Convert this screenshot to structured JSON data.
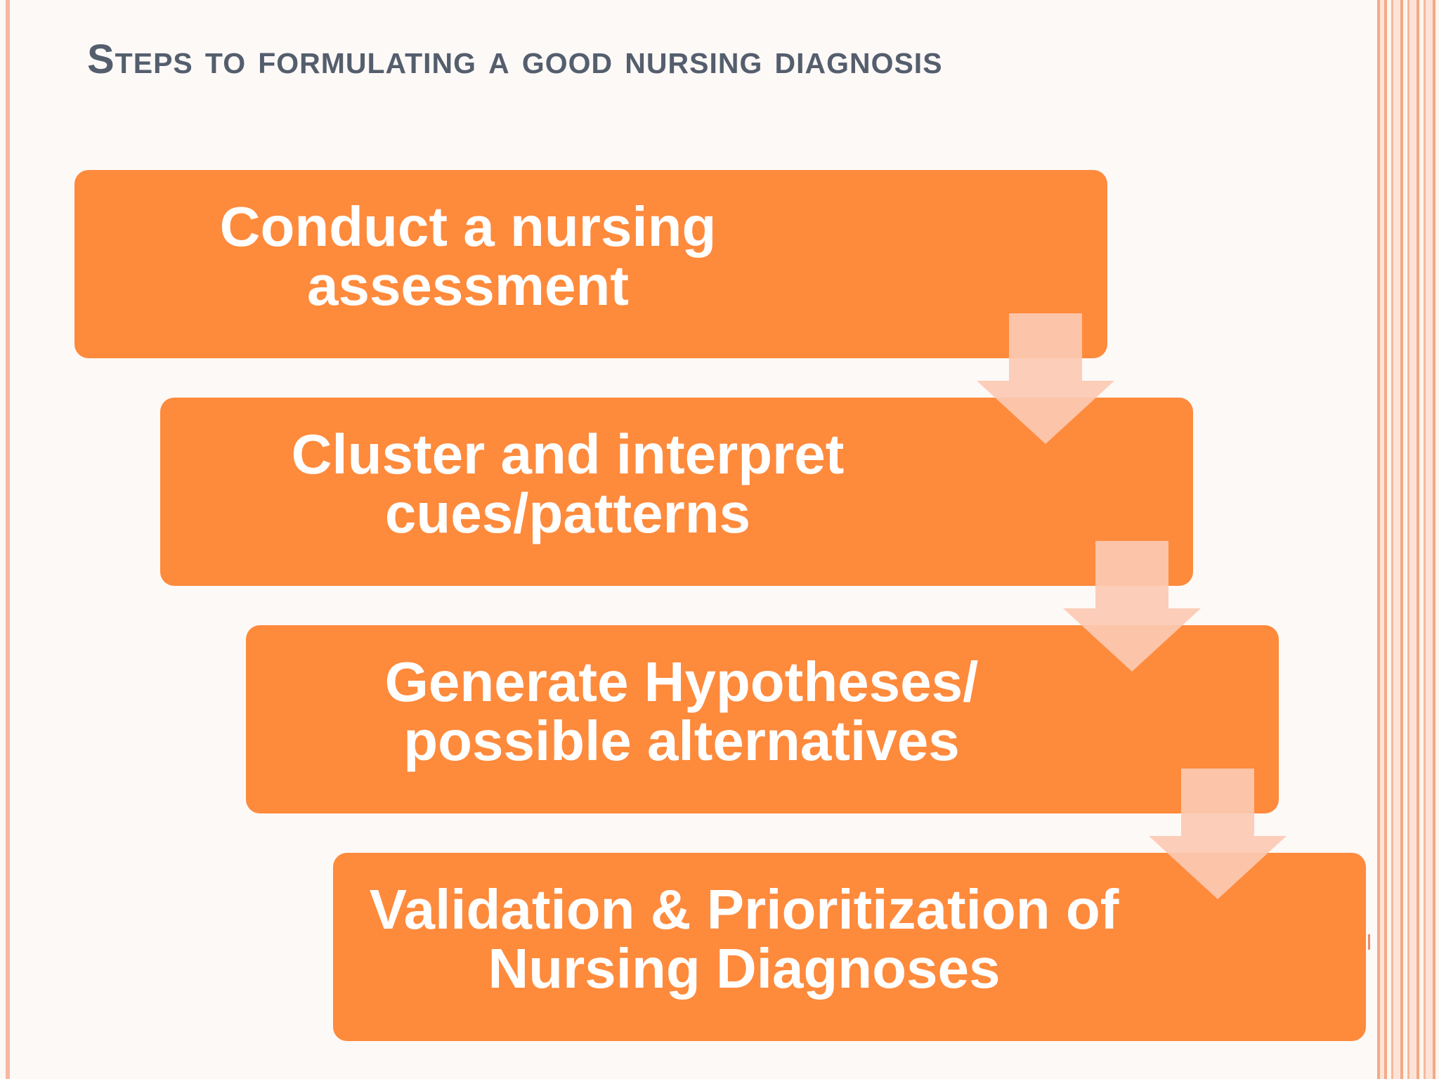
{
  "slide": {
    "title": "Steps to formulating a good nursing diagnosis"
  },
  "steps": [
    {
      "line1": "Conduct a nursing",
      "line2": "assessment"
    },
    {
      "line1": "Cluster and interpret",
      "line2": "cues/patterns"
    },
    {
      "line1": "Generate Hypotheses/",
      "line2": "possible alternatives"
    },
    {
      "line1": "Validation & Prioritization of",
      "line2": "Nursing Diagnoses"
    }
  ],
  "colors": {
    "step_fill": "#fe8a3c",
    "arrow_fill": "#fcc9b2",
    "title_text": "#545e6d",
    "accent_stripe": "#f4a987"
  },
  "icons": {
    "arrow": "down-arrow-icon"
  }
}
